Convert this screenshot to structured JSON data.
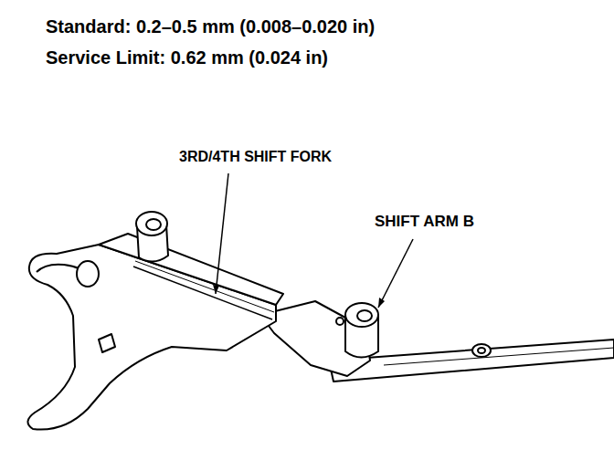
{
  "diagram": {
    "labels": [
      "Standard: 0.2–0.5 mm (0.008–0.020 in)",
      "Service Limit: 0.62 mm (0.024 in)",
      "3RD/4TH SHIFT FORK",
      "SHIFT ARM B"
    ]
  }
}
